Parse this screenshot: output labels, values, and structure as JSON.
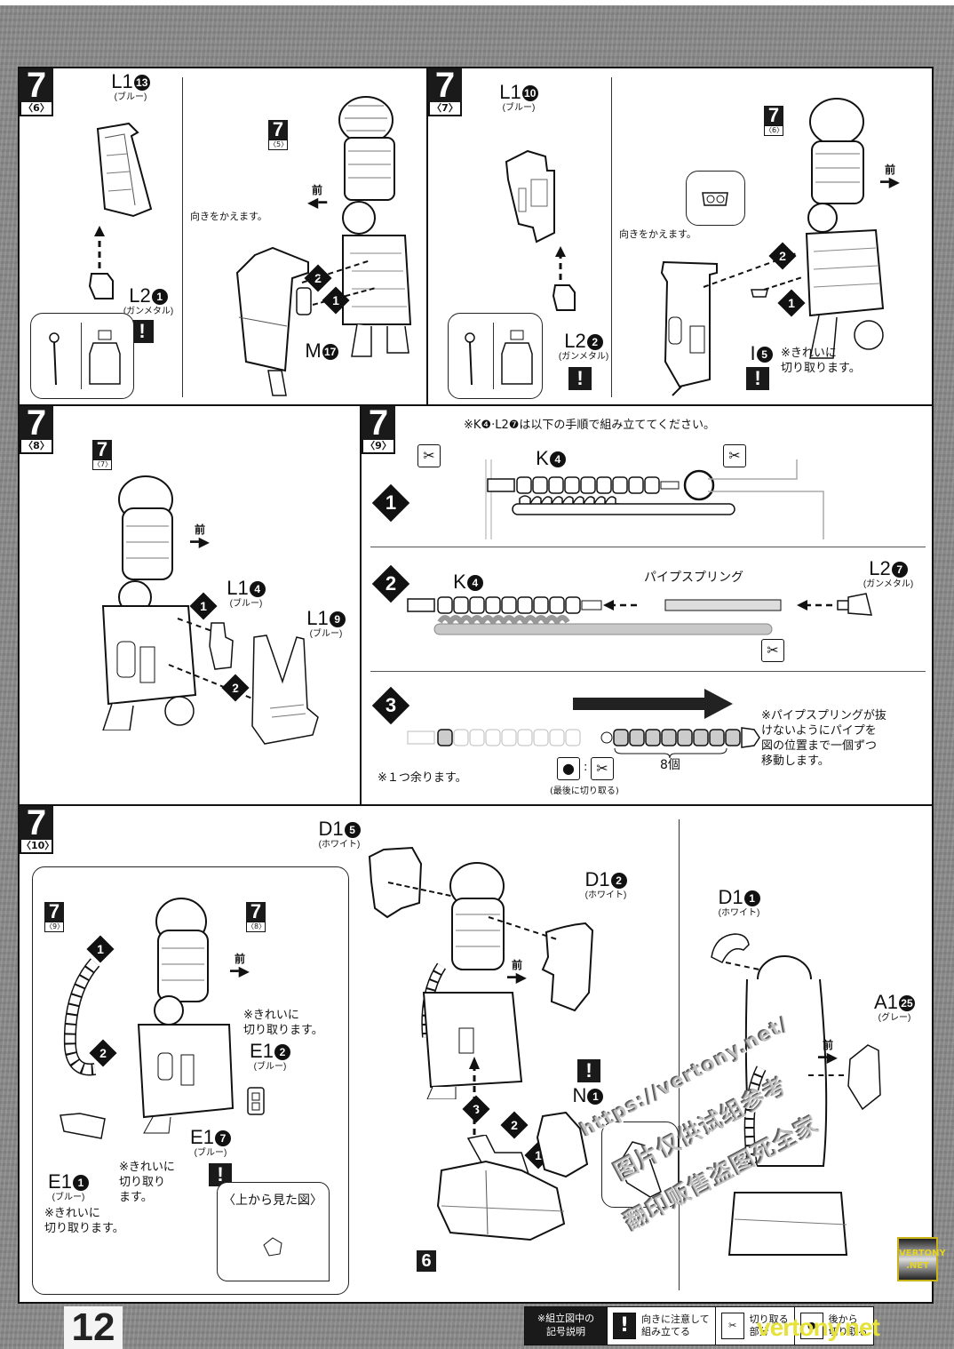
{
  "page": {
    "page_number": "12",
    "front_label": "前"
  },
  "steps": {
    "s6": {
      "number": "7",
      "sub": "〈6〉",
      "parts": {
        "l1": {
          "code": "L1",
          "num": "13",
          "color": "(ブルー)"
        },
        "l2": {
          "code": "L2",
          "num": "1",
          "color": "(ガンメタル)"
        },
        "m": {
          "code": "M",
          "num": "17",
          "color": ""
        }
      },
      "ref_badge": {
        "number": "7",
        "sub": "〈5〉"
      },
      "turn_note": "向きをかえます。",
      "order": [
        "1",
        "2"
      ]
    },
    "s7": {
      "number": "7",
      "sub": "〈7〉",
      "parts": {
        "l1": {
          "code": "L1",
          "num": "10",
          "color": "(ブルー)"
        },
        "l2": {
          "code": "L2",
          "num": "2",
          "color": "(ガンメタル)"
        },
        "i": {
          "code": "I",
          "num": "5",
          "color": ""
        }
      },
      "ref_badge": {
        "number": "7",
        "sub": "〈6〉"
      },
      "turn_note": "向きをかえます。",
      "cut_note": "※きれいに\n切り取ります。",
      "order": [
        "1",
        "2"
      ]
    },
    "s8": {
      "number": "7",
      "sub": "〈8〉",
      "parts": {
        "l1a": {
          "code": "L1",
          "num": "4",
          "color": "(ブルー)"
        },
        "l1b": {
          "code": "L1",
          "num": "9",
          "color": "(ブルー)"
        }
      },
      "ref_badge": {
        "number": "7",
        "sub": "〈7〉"
      },
      "order": [
        "1",
        "2"
      ]
    },
    "s9": {
      "number": "7",
      "sub": "〈9〉",
      "intro": "※K❹·L2❼は以下の手順で組み立ててください。",
      "substeps": [
        {
          "num": "1",
          "part": {
            "code": "K",
            "num": "4"
          }
        },
        {
          "num": "2",
          "part": {
            "code": "K",
            "num": "4"
          },
          "spring_label": "パイプスプリング",
          "tip_part": {
            "code": "L2",
            "num": "7",
            "color": "(ガンメタル)"
          }
        },
        {
          "num": "3",
          "count_label": "8個",
          "remain_note": "※１つ余ります。",
          "last_cut_note": "(最後に切り取る)",
          "move_note": "※パイプスプリングが抜\nけないようにパイプを\n図の位置まで一個ずつ\n移動します。"
        }
      ]
    },
    "s10": {
      "number": "7",
      "sub": "〈10〉",
      "inset": {
        "ref_a": {
          "number": "7",
          "sub": "〈9〉"
        },
        "ref_b": {
          "number": "7",
          "sub": "〈8〉"
        },
        "parts": {
          "e1_2": {
            "code": "E1",
            "num": "2",
            "color": "(ブルー)"
          },
          "e1_7": {
            "code": "E1",
            "num": "7",
            "color": "(ブルー)"
          },
          "e1_1": {
            "code": "E1",
            "num": "1",
            "color": "(ブルー)"
          }
        },
        "cut_note_a": "※きれいに\n切り取ります。",
        "cut_note_b": "※きれいに\n切り取り\nます。",
        "cut_note_c": "※きれいに\n切り取ります。",
        "top_view_label": "〈上から見た図〉",
        "order": [
          "1",
          "2"
        ]
      },
      "parts": {
        "d1_5": {
          "code": "D1",
          "num": "5",
          "color": "(ホワイト)"
        },
        "d1_2": {
          "code": "D1",
          "num": "2",
          "color": "(ホワイト)"
        },
        "d1_1": {
          "code": "D1",
          "num": "1",
          "color": "(ホワイト)"
        },
        "a1_25": {
          "code": "A1",
          "num": "25",
          "color": "(グレー)"
        },
        "n1": {
          "code": "N",
          "num": "1",
          "color": ""
        }
      },
      "lower_assembly_label": "6",
      "order": [
        "1",
        "2",
        "3"
      ]
    }
  },
  "legend": {
    "title": "※組立図中の\n記号説明",
    "items": [
      {
        "icon": "warning-icon",
        "symbol": "!",
        "label": "向きに注意して\n組み立てる"
      },
      {
        "icon": "nipper-icon",
        "symbol": "✂",
        "label": "切り取る\n部分"
      },
      {
        "icon": "later-cut-icon",
        "symbol": "●",
        "label": "後から\n切り取る"
      }
    ]
  },
  "watermarks": {
    "url": "https://vertony.net/",
    "cn_line1": "图片仅供试组参考",
    "cn_line2": "翻印贩售盗图死全家",
    "badge_line1": "VERTONY",
    "badge_line2": ".NET",
    "footer": "vertony.net"
  }
}
